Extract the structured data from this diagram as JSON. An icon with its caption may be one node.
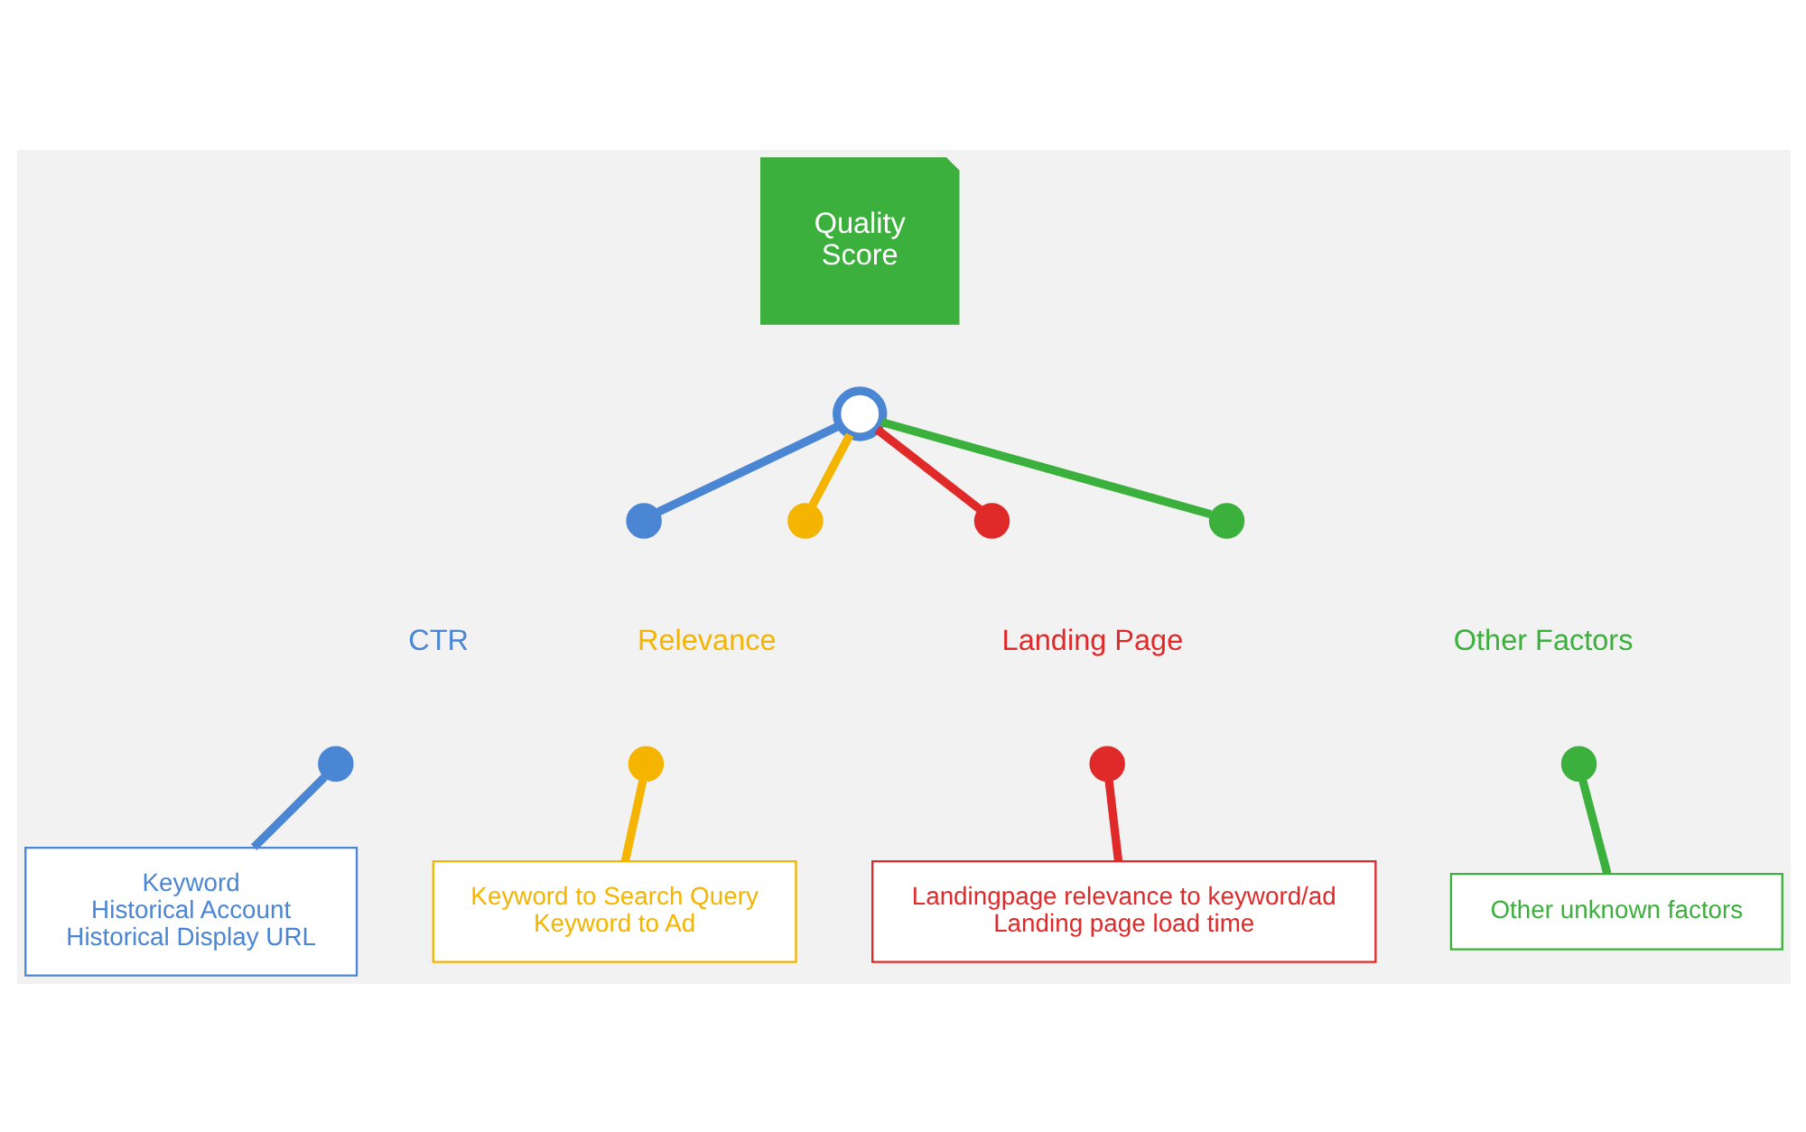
{
  "diagram": {
    "nodes": [
      {
        "text": [
          "Quality Score"
        ]
      },
      {
        "text": [],
        "shape": "circle"
      },
      {
        "text": [],
        "shape": "circle"
      },
      {
        "text": [
          "CTR"
        ]
      },
      {
        "text": [],
        "shape": "circle"
      },
      {
        "text": [
          "Keyword",
          "Historical Account",
          "Historical Display URL"
        ]
      },
      {
        "text": [],
        "shape": "circle"
      },
      {
        "text": [
          "Relevance"
        ]
      },
      {
        "text": [],
        "shape": "circle"
      },
      {
        "text": [
          "Keyword to Search Query",
          "Keyword to Ad"
        ]
      },
      {
        "text": [],
        "shape": "circle"
      },
      {
        "text": [
          "Landing Page"
        ]
      },
      {
        "text": [],
        "shape": "circle"
      },
      {
        "text": [
          "Landingpage relevance to keyword/ad",
          "Landing page load time"
        ]
      },
      {
        "text": [],
        "shape": "circle"
      },
      {
        "text": [
          "Other Factors"
        ]
      },
      {
        "text": [],
        "shape": "circle"
      },
      {
        "text": [
          "Other unknown factors"
        ]
      }
    ],
    "edges": [
      {
        "from": 1,
        "to": 2,
        "arrow": "none",
        "color": "#4a86d4"
      },
      {
        "from": 1,
        "to": 6,
        "arrow": "none",
        "color": "#f4b400"
      },
      {
        "from": 1,
        "to": 10,
        "arrow": "none",
        "color": "#e02a2a"
      },
      {
        "from": 1,
        "to": 14,
        "arrow": "none",
        "color": "#3cb03c"
      },
      {
        "from": 4,
        "to": 5,
        "arrow": "none",
        "color": "#4a86d4"
      },
      {
        "from": 8,
        "to": 9,
        "arrow": "none",
        "color": "#f4b400"
      },
      {
        "from": 12,
        "to": 13,
        "arrow": "none",
        "color": "#e02a2a"
      },
      {
        "from": 16,
        "to": 17,
        "arrow": "none",
        "color": "#3cb03c"
      }
    ]
  }
}
